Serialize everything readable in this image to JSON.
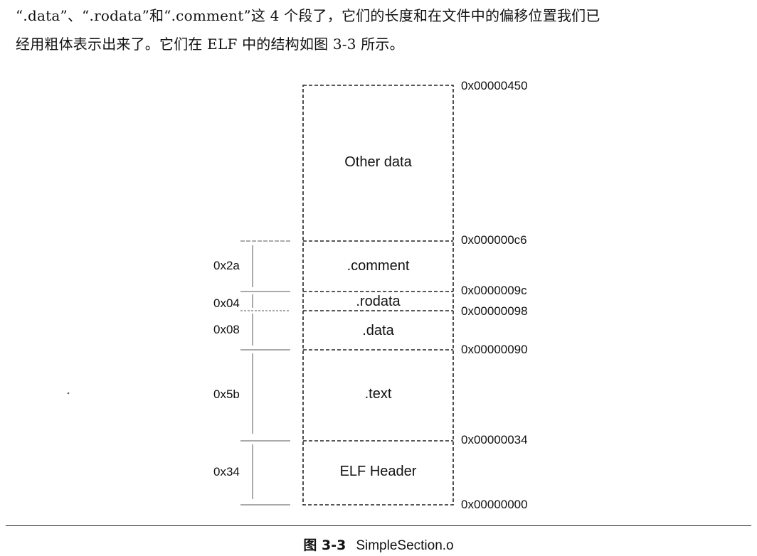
{
  "paragraph": {
    "line1": "“.data”、“.rodata”和“.comment”这 4 个段了，它们的长度和在文件中的偏移位置我们已",
    "line2": "经用粗体表示出来了。它们在 ELF 中的结构如图 3-3 所示。"
  },
  "diagram": {
    "segments": [
      {
        "name": "Other data"
      },
      {
        "name": ".comment"
      },
      {
        "name": ".rodata"
      },
      {
        "name": ".data"
      },
      {
        "name": ".text"
      },
      {
        "name": "ELF Header"
      }
    ],
    "addresses": [
      "0x00000450",
      "0x000000c6",
      "0x0000009c",
      "0x00000098",
      "0x00000090",
      "0x00000034",
      "0x00000000"
    ],
    "sizes": [
      "0x2a",
      "0x04",
      "0x08",
      "0x5b",
      "0x34"
    ]
  },
  "caption": {
    "prefix": "图 3-3",
    "title": "SimpleSection.o"
  }
}
